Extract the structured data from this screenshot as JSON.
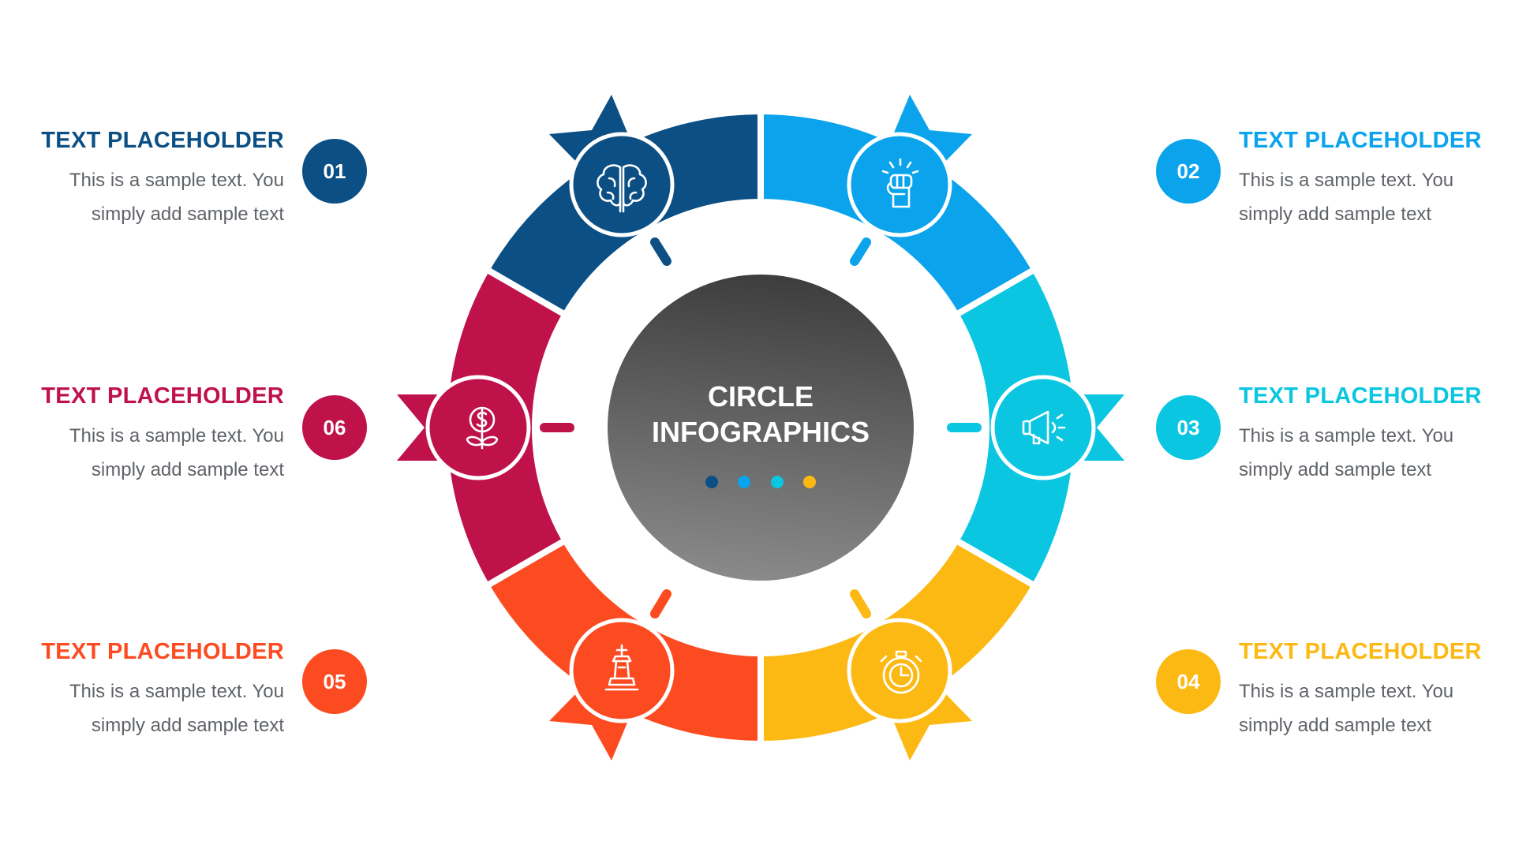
{
  "center": {
    "line1": "CIRCLE",
    "line2": "INFOGRAPHICS",
    "dots": [
      "#0b4f84",
      "#0ba4ec",
      "#0ac6e1",
      "#fdb913"
    ]
  },
  "steps": [
    {
      "number": "01",
      "title": "TEXT PLACEHOLDER",
      "text": "This is a sample text. You simply add sample text",
      "color": "#0b4f84",
      "icon": "brain-icon"
    },
    {
      "number": "02",
      "title": "TEXT PLACEHOLDER",
      "text": "This is a sample text. You simply add sample text",
      "color": "#0ba4ec",
      "icon": "raised-fist-icon"
    },
    {
      "number": "03",
      "title": "TEXT PLACEHOLDER",
      "text": "This is a sample text. You simply add sample text",
      "color": "#0ac6e1",
      "icon": "megaphone-icon"
    },
    {
      "number": "04",
      "title": "TEXT PLACEHOLDER",
      "text": "This is a sample text. You simply add sample text",
      "color": "#fdb913",
      "icon": "stopwatch-icon"
    },
    {
      "number": "05",
      "title": "TEXT PLACEHOLDER",
      "text": "This is a sample text. You simply add sample text",
      "color": "#fd4b21",
      "icon": "chess-king-icon"
    },
    {
      "number": "06",
      "title": "TEXT PLACEHOLDER",
      "text": "This is a sample text. You simply add sample text",
      "color": "#c0124a",
      "icon": "money-plant-icon"
    }
  ]
}
